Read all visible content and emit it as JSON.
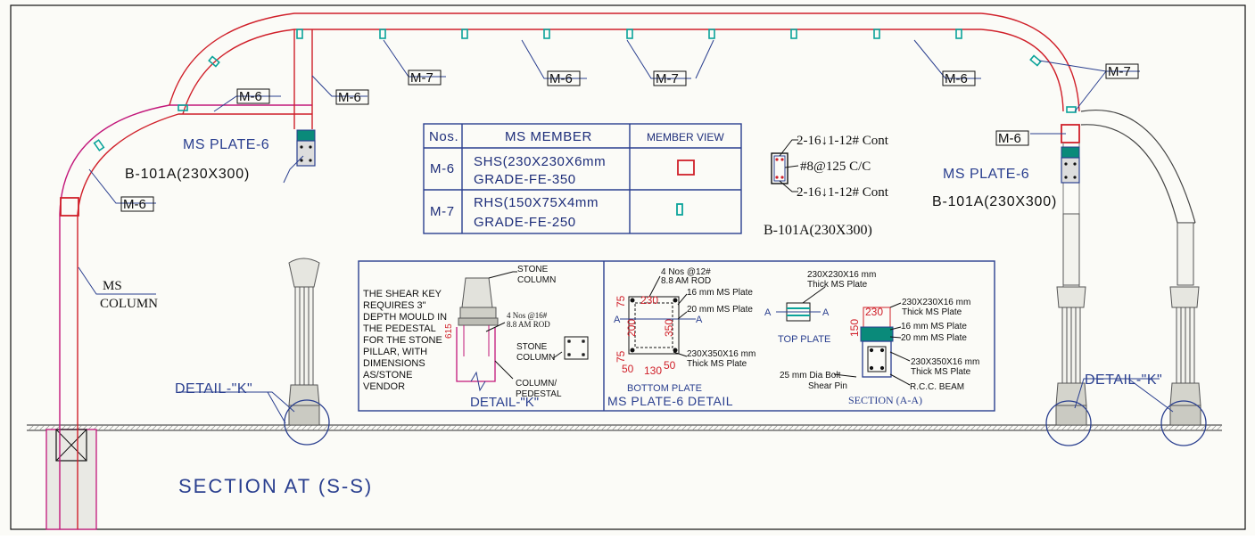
{
  "labels": {
    "m6": "M-6",
    "m7": "M-7",
    "ms_plate_6": "MS PLATE-6",
    "beam_b101a": "B-101A(230X300)",
    "ms_column_1": "MS",
    "ms_column_2": "COLUMN",
    "detail_k": "DETAIL-\"K\"",
    "section_ss": "SECTION AT (S-S)"
  },
  "table": {
    "headers": [
      "Nos.",
      "MS MEMBER",
      "MEMBER VIEW"
    ],
    "rows": [
      {
        "nos": "M-6",
        "line1": "SHS(230X230X6mm",
        "line2": "GRADE-FE-350",
        "view": "red-square-icon",
        "color": "#d0202a"
      },
      {
        "nos": "M-7",
        "line1": "RHS(150X75X4mm",
        "line2": "GRADE-FE-250",
        "view": "teal-rect-icon",
        "color": "#0aa39a"
      }
    ]
  },
  "beam_detail": {
    "top": "2-16↓1-12# Cont",
    "stirrup": "#8@125 C/C",
    "bottom": "2-16↓1-12# Cont",
    "title": "B-101A(230X300)"
  },
  "detail_box": {
    "note": [
      "THE SHEAR KEY",
      "REQUIRES 3\"",
      "DEPTH MOULD IN",
      "THE PEDESTAL",
      "FOR THE STONE",
      "PILLAR, WITH",
      "DIMENSIONS",
      "AS/STONE",
      "VENDOR"
    ],
    "stone_column_top": [
      "STONE",
      "COLUMN"
    ],
    "rod_label": [
      "4 Nos @16#",
      "8.8 AM ROD"
    ],
    "stone_column_mid": [
      "STONE",
      "COLUMN"
    ],
    "column_pedestal": [
      "COLUMN/",
      "PEDESTAL"
    ],
    "detail_k_title": "DETAIL-\"K\"",
    "plate_rod": [
      "4 Nos @12#",
      "8.8 AM ROD"
    ],
    "plate_16mm": "16 mm MS Plate",
    "plate_20mm": "20 mm MS Plate",
    "plate_bottom": [
      "230X350X16 mm",
      "Thick MS Plate"
    ],
    "bottom_plate": "BOTTOM PLATE",
    "ms_plate_detail": "MS PLATE-6 DETAIL",
    "top_plate_label": [
      "230X230X16 mm",
      "Thick MS Plate"
    ],
    "top_plate": "TOP PLATE",
    "sec_top": [
      "230X230X16 mm",
      "Thick MS Plate"
    ],
    "sec_16": "16 mm MS Plate",
    "sec_20": "20 mm MS Plate",
    "sec_bottom": [
      "230X350X16 mm",
      "Thick MS Plate"
    ],
    "sec_rcc": "R.C.C. BEAM",
    "sec_bolt": [
      "25 mm Dia Bolt",
      "Shear Pin"
    ],
    "section_aa": "SECTION (A-A)",
    "dim_230": "230",
    "dim_350": "350",
    "dim_200": "200",
    "dim_75": "75",
    "dim_50": "50",
    "dim_130": "130",
    "dim_150": "150",
    "dim_a": "A"
  },
  "colors": {
    "frame_red": "#d0202a",
    "frame_mag": "#c2177a",
    "annot_blue": "#2a3f8f",
    "teal": "#0aa39a"
  }
}
